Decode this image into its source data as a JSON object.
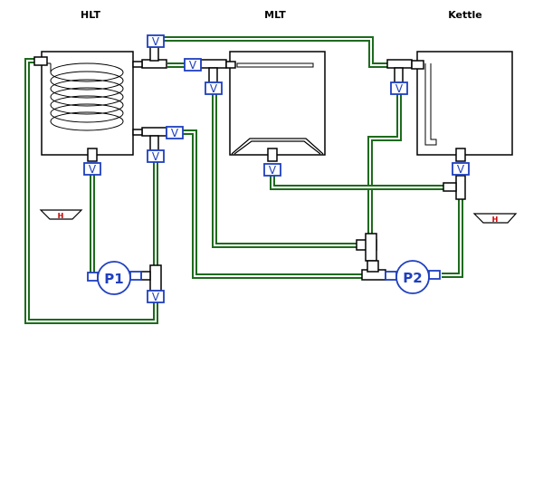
{
  "vessels": {
    "hlt": "HLT",
    "mlt": "MLT",
    "kettle": "Kettle"
  },
  "valve_label": "V",
  "pumps": {
    "p1": "P1",
    "p2": "P2"
  },
  "heater_label": "H",
  "colors": {
    "tube": "#1e6b1e",
    "tube_core": "#ffffff",
    "fitting": "#1f3fbf",
    "fitting_fill": "#ffffff",
    "outline": "#000000"
  }
}
